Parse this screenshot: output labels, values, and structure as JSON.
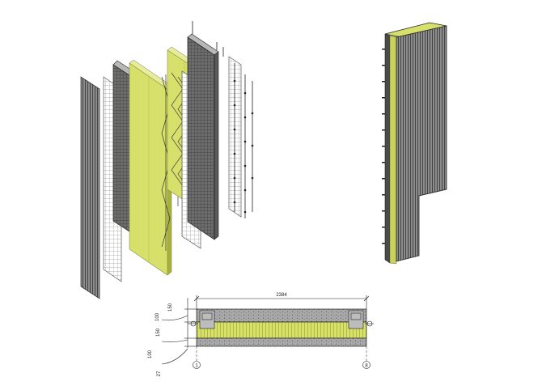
{
  "figure": {
    "exploded_view": {
      "layers": 9
    },
    "assembled_panel": {},
    "section": {
      "overall_width": "2384",
      "left_dims": [
        "150",
        "100",
        "150",
        "100",
        "27"
      ],
      "grid_left": "1",
      "grid_right": "8"
    }
  },
  "colors": {
    "insulation": "#d6e06a",
    "insulation_dark": "#a8b236",
    "concrete": "#8a8a8a",
    "concrete_dark": "#4a4a4a",
    "mesh": "#bdbdbd",
    "line": "#222222"
  }
}
